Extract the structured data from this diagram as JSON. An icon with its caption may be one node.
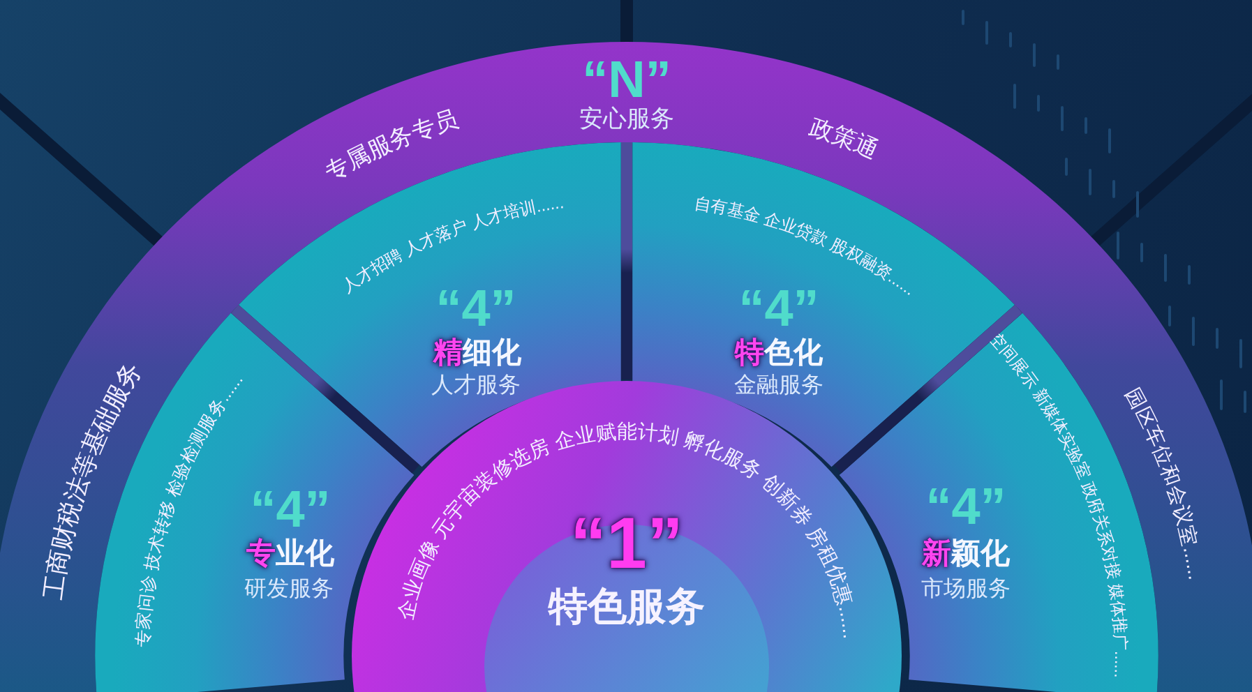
{
  "diagram": {
    "nodes": [
      {
        "text": [
          "“N”",
          "专属服务专员",
          "安心服务",
          "政策通",
          "工商财税法等基础服务",
          "园区车位和会议室......"
        ]
      },
      {
        "text": [
          "人才招聘 人才落户 人才培训......",
          "“4”",
          "精细化",
          "人才服务"
        ]
      },
      {
        "text": [
          "自有基金 企业贷款 股权融资......",
          "“4”",
          "特色化",
          "金融服务"
        ]
      },
      {
        "text": [
          "专家问诊 技术转移 检验检测服务......",
          "“4”",
          "专业化",
          "研发服务"
        ]
      },
      {
        "text": [
          "空间展示 新媒体实验室 政府关系对接 媒体推广......",
          "“4”",
          "新颖化",
          "市场服务"
        ]
      },
      {
        "text": [
          "企业画像 元宇宙装修选房 企业赋能计划 孵化服务 创新券 房租优惠......",
          "“1”",
          "特色服务"
        ]
      }
    ]
  }
}
